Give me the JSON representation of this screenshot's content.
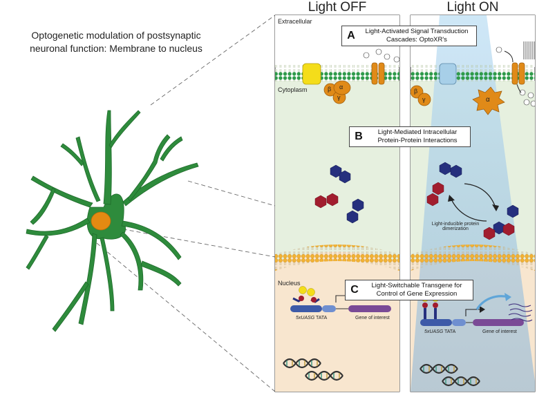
{
  "caption": "Optogenetic modulation of postsynaptic neuronal function: Membrane to nucleus",
  "columns": {
    "off": "Light OFF",
    "on": "Light ON"
  },
  "regions": {
    "extracellular": "Extracellular",
    "cytoplasm": "Cytoplasm",
    "nucleus": "Nucleus"
  },
  "callouts": {
    "a": {
      "letter": "A",
      "line1": "Light-Activated Signal Transduction",
      "line2": "Cascades: OptoXR's"
    },
    "b": {
      "letter": "B",
      "line1": "Light-Mediated Intracellular",
      "line2": "Protein-Protein Interactions"
    },
    "c": {
      "letter": "C",
      "line1": "Light-Switchable Transgene for",
      "line2": "Control of Gene Expression"
    }
  },
  "labels": {
    "beta": "β",
    "gamma": "γ",
    "alpha": "α",
    "dimerization_1": "Light-inducible protein",
    "dimerization_2": "dimerization",
    "promoter": "5xUASG",
    "tata": "TATA",
    "gene": "Gene of interest"
  },
  "colors": {
    "neuron": "#2e8b3c",
    "soma": "#e38a12",
    "cytoplasm": "#e6f0df",
    "nucleus": "#f8e6cf",
    "membrane": "#f2b234",
    "lipid_head": "#2e9a4a",
    "light_beam": "#a7cfe8",
    "hex_blue": "#26307e",
    "hex_red": "#a11d2e",
    "gene_purple": "#7a4a96",
    "promoter_blue": "#3d5aa8"
  }
}
